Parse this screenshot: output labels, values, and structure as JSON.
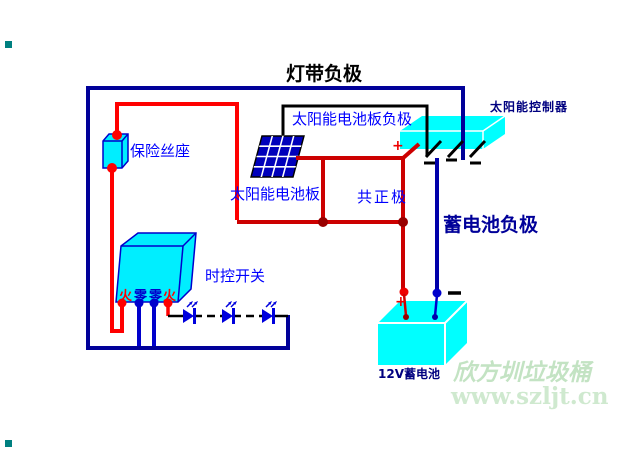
{
  "title": "灯带负极",
  "labels": {
    "solar_panel_negative": "太阳能电池板负极",
    "solar_controller": "太阳能控制器",
    "fuse_holder": "保险丝座",
    "solar_panel": "太阳能电池板",
    "common_positive": "共正极",
    "battery_negative": "蓄电池负极",
    "timer_switch": "时控开关",
    "battery": "12V蓄电池",
    "controller_plus": "+",
    "battery_plus": "+"
  },
  "switch_terminals": [
    "火",
    "零",
    "零",
    "火"
  ],
  "watermark": {
    "line1": "欣方圳垃圾桶",
    "line2": "www.szljt.cn"
  },
  "colors": {
    "wire_negative_loop": "#000099",
    "wire_neutral": "#0000CC",
    "wire_positive_bright": "#FF0000",
    "wire_positive_dark": "#CC0000",
    "junction_dot": "#990000",
    "wire_panel_negative": "#000000",
    "component_fill": "#00FFFF",
    "component_outline": "#0000CC",
    "solar_cell_blue": "#0000BB",
    "led_blue": "#0000DD",
    "label_blue": "#0000FF",
    "label_navy": "#000080",
    "watermark_green": "#C8E6C8",
    "handle_teal": "#008080"
  }
}
